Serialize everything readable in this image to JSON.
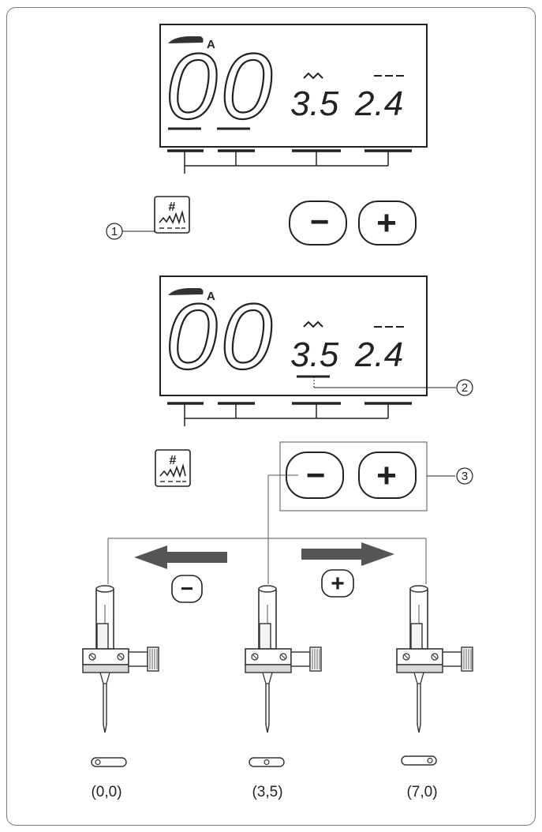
{
  "display_top": {
    "indicator_letter": "A",
    "pattern_number": "00",
    "stitch_width": "3.5",
    "stitch_length": "2.4"
  },
  "display_bottom": {
    "indicator_letter": "A",
    "pattern_number": "00",
    "stitch_width": "3.5",
    "stitch_length": "2.4"
  },
  "stitch_adjust_key_symbol": "#",
  "buttons": {
    "minus": "−",
    "plus": "+"
  },
  "callouts": {
    "one": "1",
    "two": "2",
    "three": "3"
  },
  "arrows": {
    "minus_symbol": "−",
    "plus_symbol": "+"
  },
  "needle_positions": [
    {
      "label": "(0,0)"
    },
    {
      "label": "(3,5)"
    },
    {
      "label": "(7,0)"
    }
  ]
}
